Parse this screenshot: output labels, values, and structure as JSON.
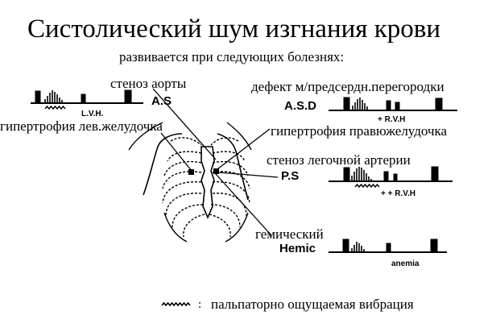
{
  "title": "Систолический шум изгнания крови",
  "subtitle": "развивается при следующих болезнях:",
  "conditions": {
    "as": {
      "name": "стеноз аорты",
      "abbr": "A.S",
      "note": "L.V.H."
    },
    "asd": {
      "name": "дефект м/предсердн.перегородки",
      "abbr": "A.S.D",
      "note": "+ R.V.H"
    },
    "lvh": {
      "name": "гипертрофия лев.желудочка"
    },
    "rvh": {
      "name": "гипертрофия правюжелудочка"
    },
    "ps": {
      "name": "стеноз легочной артерии",
      "abbr": "P.S",
      "note": "+ + R.V.H"
    },
    "hemic": {
      "name": "гемический",
      "abbr": "Hemic",
      "note": "anemia"
    }
  },
  "legend": {
    "colon": ":",
    "text": "пальпаторно ощущаемая вибрация"
  },
  "colors": {
    "ink": "#000000",
    "background": "#ffffff"
  }
}
